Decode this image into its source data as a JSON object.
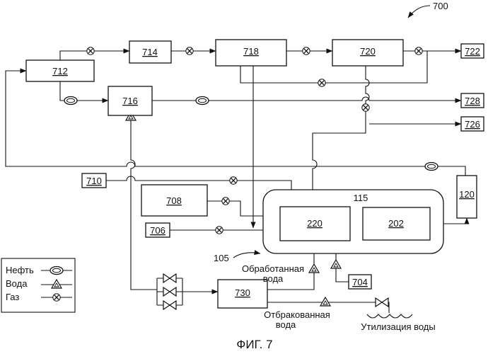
{
  "figure": {
    "number": "700",
    "caption": "ФИГ. 7"
  },
  "blocks": {
    "b712": "712",
    "b714": "714",
    "b716": "716",
    "b718": "718",
    "b720": "720",
    "b708": "708",
    "b220": "220",
    "b202": "202",
    "b120": "120",
    "b730": "730"
  },
  "terminals": {
    "t722": "722",
    "t728": "728",
    "t726": "726",
    "t710": "710",
    "t706": "706",
    "t704": "704"
  },
  "refs": {
    "r115": "115",
    "r105": "105"
  },
  "annotations": {
    "treated_1": "Обработанная",
    "treated_2": "вода",
    "rejected_1": "Отбракованная",
    "rejected_2": "вода",
    "disposal": "Утилизация воды"
  },
  "legend": {
    "oil": "Нефть",
    "water": "Вода",
    "gas": "Газ",
    "oil_icon": "oval-icon",
    "water_icon": "triangle-icon",
    "gas_icon": "cross-circle-icon"
  }
}
